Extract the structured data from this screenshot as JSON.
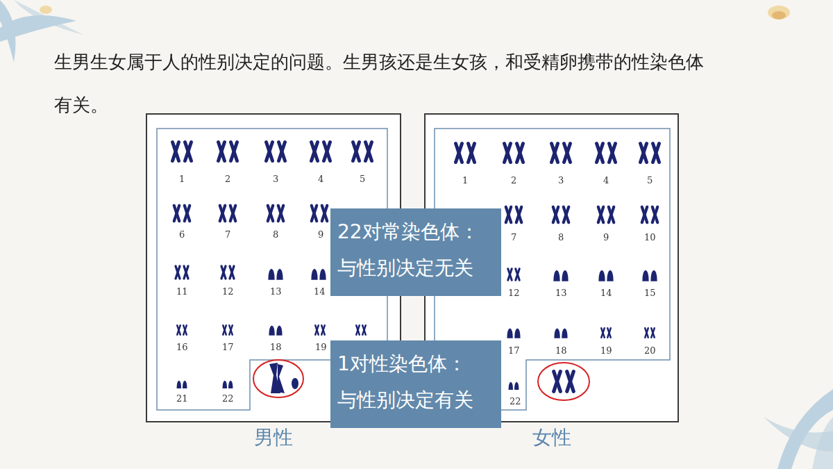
{
  "diagram": {
    "title": "生男生女属于人的性别决定的问题。生男孩还是生女孩，和受精卵携带的性染色体有关。",
    "nodes": [
      {
        "text": [
          "男性"
        ]
      },
      {
        "text": [
          "女性"
        ]
      },
      {
        "text": [
          "22对常染色体：",
          "与性别决定无关"
        ]
      },
      {
        "text": [
          "1对性染色体：",
          "与性别决定有关"
        ]
      }
    ],
    "labels": [
      "1",
      "2",
      "3",
      "4",
      "5",
      "6",
      "7",
      "8",
      "9",
      "11",
      "12",
      "13",
      "14",
      "16",
      "17",
      "18",
      "19",
      "21",
      "22",
      "1",
      "2",
      "3",
      "4",
      "5",
      "7",
      "8",
      "9",
      "10",
      "12",
      "13",
      "14",
      "15",
      "17",
      "18",
      "19",
      "20",
      "22"
    ]
  }
}
